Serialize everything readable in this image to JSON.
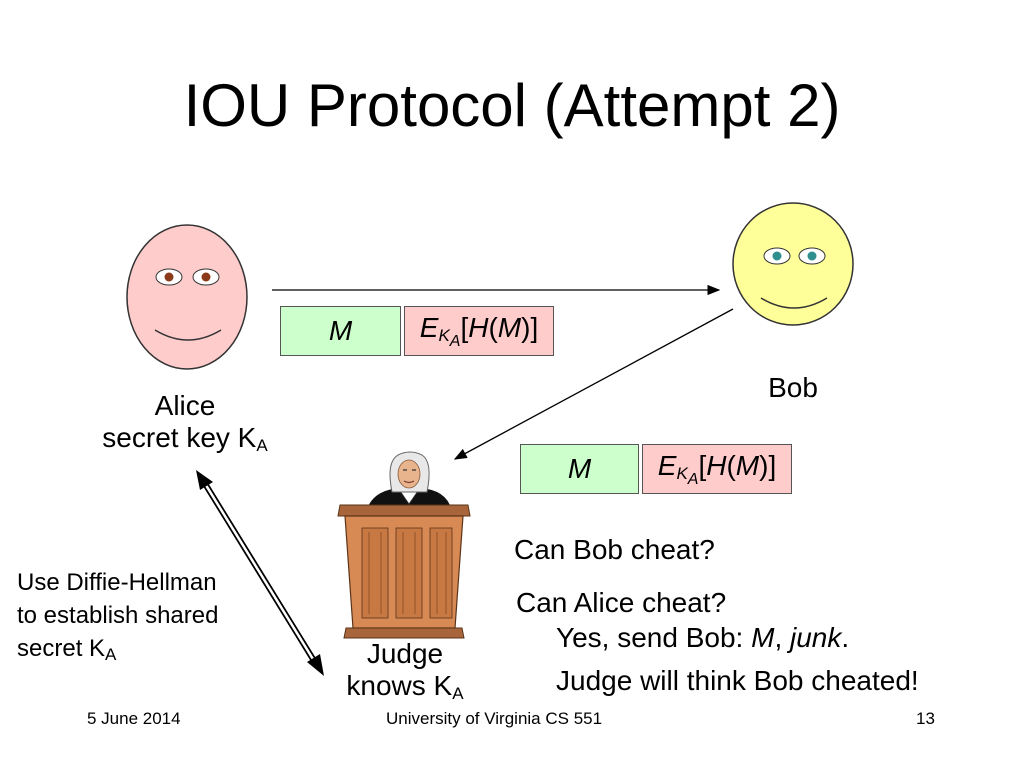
{
  "slide": {
    "title": "IOU Protocol (Attempt 2)",
    "alice": {
      "name": "Alice",
      "key_text": "secret key K",
      "key_sub": "A"
    },
    "bob": {
      "name": "Bob"
    },
    "judge": {
      "name": "Judge",
      "knows_text": "knows K",
      "knows_sub": "A"
    },
    "message_top": {
      "m": "M",
      "e": "E",
      "e_sub": "K",
      "e_subsub": "A",
      "open1": "[",
      "h": "H",
      "open2": "(",
      "m2": "M",
      "close": ")]"
    },
    "message_bottom": {
      "m": "M",
      "e": "E",
      "e_sub": "K",
      "e_subsub": "A",
      "open1": "[",
      "h": "H",
      "open2": "(",
      "m2": "M",
      "close": ")]"
    },
    "dh_note": {
      "line1": "Use Diffie-Hellman",
      "line2": "to establish shared",
      "line3": "secret K",
      "line3_sub": "A"
    },
    "questions": {
      "q1": "Can Bob cheat?",
      "q2": "Can Alice cheat?",
      "a1_pre": "Yes, send Bob: ",
      "a1_m": "M",
      "a1_sep": ", ",
      "a1_junk": "junk",
      "a1_end": ".",
      "a2": "Judge will think Bob cheated!"
    },
    "footer": {
      "date": "5 June 2014",
      "course": "University of Virginia CS 551",
      "page": "13"
    }
  },
  "colors": {
    "alice_face": "#ffcccc",
    "bob_face": "#ffff99",
    "green_box": "#ccffcc",
    "pink_box": "#ffcccc",
    "podium": "#d88a55"
  }
}
